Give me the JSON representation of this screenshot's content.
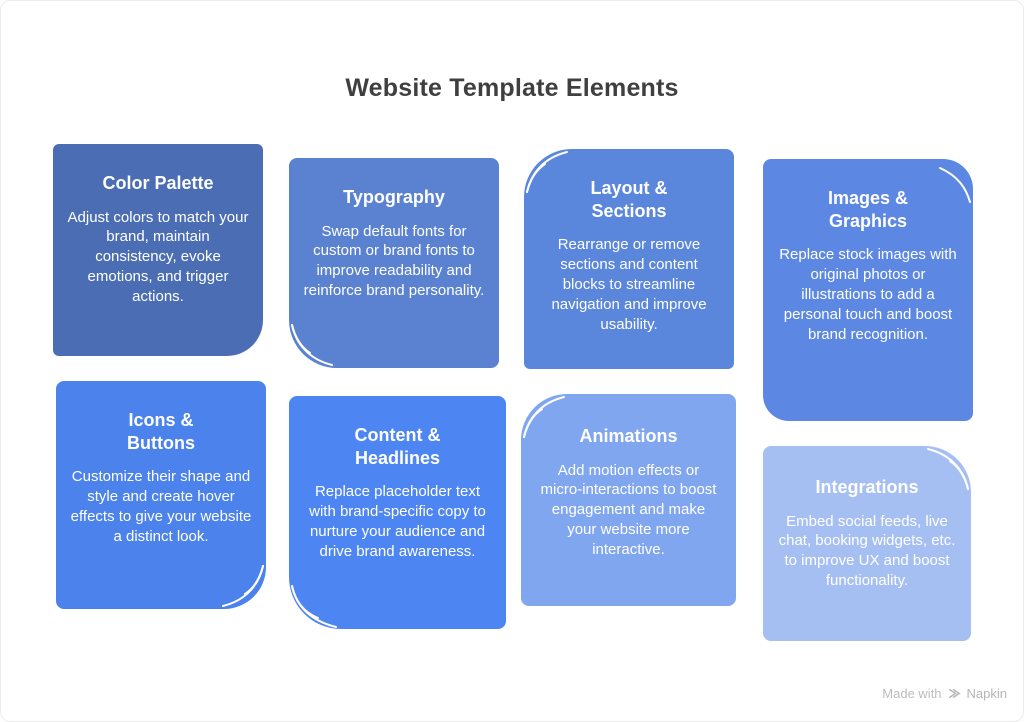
{
  "title": "Website Template Elements",
  "cards": [
    {
      "title": "Color Palette",
      "body": "Adjust colors to match your brand, maintain consistency, evoke emotions, and trigger actions.",
      "color": "#4A6DB3"
    },
    {
      "title": "Typography",
      "body": "Swap default fonts for custom or brand fonts to improve readability and reinforce brand personality.",
      "color": "#5B82D1"
    },
    {
      "title": "Layout &\nSections",
      "body": "Rearrange or remove sections and content blocks to streamline navigation and improve usability.",
      "color": "#5A86DC"
    },
    {
      "title": "Images &\nGraphics",
      "body": "Replace stock images with original photos or illustrations to add a personal touch and boost brand recognition.",
      "color": "#5C88E4"
    },
    {
      "title": "Icons &\nButtons",
      "body": "Customize their shape and style and create hover effects to give your website a distinct look.",
      "color": "#4B82EC"
    },
    {
      "title": "Content &\nHeadlines",
      "body": "Replace placeholder text with brand-specific copy to nurture your audience and drive brand awareness.",
      "color": "#4D85F3"
    },
    {
      "title": "Animations",
      "body": "Add motion effects or micro-interactions to boost engagement and make your website more interactive.",
      "color": "#80A6F0"
    },
    {
      "title": "Integrations",
      "body": "Embed social feeds, live chat, booking widgets, etc. to improve UX and boost functionality.",
      "color": "#A6BFF3"
    }
  ],
  "footer": {
    "made_with": "Made with",
    "brand": "Napkin"
  },
  "colors": {
    "background": "#ffffff",
    "title_text": "#3f3f3f",
    "card_text": "#ffffff",
    "footer_text": "#bdbdbd"
  }
}
